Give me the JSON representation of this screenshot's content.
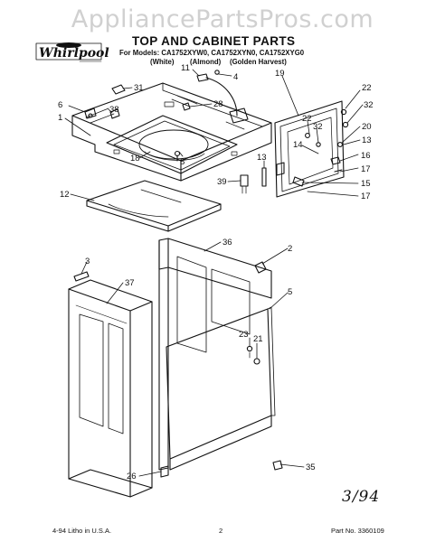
{
  "watermark": "AppliancePartsPros.com",
  "brand": "Whirlpool",
  "title": "TOP AND CABINET PARTS",
  "models_line": "For Models: CA1752XYW0, CA1752XYN0, CA1752XYG0",
  "colors": [
    "(White)",
    "(Almond)",
    "(Golden Harvest)"
  ],
  "footer": {
    "date_print": "4-94  Litho in U.S.A.",
    "page": "2",
    "part_no": "Part No. 3360109"
  },
  "handwritten_note": "3/94",
  "callouts": [
    {
      "id": "c31",
      "label": "31"
    },
    {
      "id": "c11",
      "label": "11"
    },
    {
      "id": "c4",
      "label": "4"
    },
    {
      "id": "c19",
      "label": "19"
    },
    {
      "id": "c22a",
      "label": "22"
    },
    {
      "id": "c32a",
      "label": "32"
    },
    {
      "id": "c6",
      "label": "6"
    },
    {
      "id": "c38",
      "label": "38"
    },
    {
      "id": "c28",
      "label": "28"
    },
    {
      "id": "c1",
      "label": "1"
    },
    {
      "id": "c22b",
      "label": "22"
    },
    {
      "id": "c32b",
      "label": "32"
    },
    {
      "id": "c20",
      "label": "20"
    },
    {
      "id": "c13a",
      "label": "13"
    },
    {
      "id": "c14",
      "label": "14"
    },
    {
      "id": "c18",
      "label": "18"
    },
    {
      "id": "c8",
      "label": "8"
    },
    {
      "id": "c13b",
      "label": "13"
    },
    {
      "id": "c16",
      "label": "16"
    },
    {
      "id": "c17a",
      "label": "17"
    },
    {
      "id": "c39",
      "label": "39"
    },
    {
      "id": "c15",
      "label": "15"
    },
    {
      "id": "c17b",
      "label": "17"
    },
    {
      "id": "c12",
      "label": "12"
    },
    {
      "id": "c36",
      "label": "36"
    },
    {
      "id": "c2",
      "label": "2"
    },
    {
      "id": "c3",
      "label": "3"
    },
    {
      "id": "c37",
      "label": "37"
    },
    {
      "id": "c5",
      "label": "5"
    },
    {
      "id": "c23",
      "label": "23"
    },
    {
      "id": "c21",
      "label": "21"
    },
    {
      "id": "c26",
      "label": "26"
    },
    {
      "id": "c35",
      "label": "35"
    }
  ]
}
